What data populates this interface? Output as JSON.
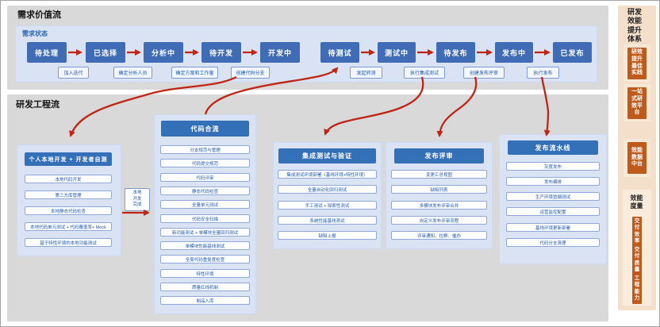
{
  "colors": {
    "arrow_red": "#bf2414",
    "node_blue": "#3f6cb5",
    "header_blue": "#3470b8",
    "panel_blue": "#dae3f3",
    "section_gray": "#d9d9d9",
    "sidebar_bg": "#f4dfca",
    "sidebar_orange": "#bf5a1d"
  },
  "demand": {
    "section_title": "需求价值流",
    "status_label": "需求状态",
    "states": [
      "待处理",
      "已选择",
      "分析中",
      "待开发",
      "开发中",
      "待测试",
      "测试中",
      "待发布",
      "发布中",
      "已发布"
    ],
    "actions": [
      "加入迭代",
      "确定分析人员",
      "确定方案和工作量",
      "创建代码分支",
      "发起转测",
      "执行集成测试",
      "创建发布评审",
      "执行发布"
    ]
  },
  "engineering": {
    "section_title": "研发工程流",
    "local_done_label": "本地开发完成",
    "local_dev": {
      "title": "个人本地开发 + 开发者自测",
      "items": [
        "本地代码开发",
        "第三方库管理",
        "本地静态代码检查",
        "本地代码单元测试 + 代码覆盖率+ Mock",
        "基于特性环境的本地功能测试"
      ]
    },
    "code_merge": {
      "title": "代码合流",
      "items": [
        "分支规范与管理",
        "代码提交规范",
        "代码评审",
        "静态代码检查",
        "全量单元测试",
        "代码安全扫描",
        "新功能测试 + 单模块全量回归测试",
        "单模块性能基线测试",
        "全局代码重复度检查",
        "特性环境",
        "质量红线机制",
        "制品入库"
      ]
    },
    "integration": {
      "title": "集成测试与验证",
      "items": [
        "集成测试环境部署（基线环境+特性环境）",
        "全量自动化回归测试",
        "手工测试 + 探索性测试",
        "系统性能基线测试",
        "缺陷上报"
      ]
    },
    "release_review": {
      "title": "发布评审",
      "items": [
        "变更汇总视图",
        "缺陷列表",
        "多模块发布评审合并",
        "自定义发布评审流程",
        "评审通知、拉群、催办"
      ]
    },
    "release_pipeline": {
      "title": "发布流水线",
      "items": [
        "灰度发布",
        "发布编排",
        "生产环境冒烟测试",
        "运营监控配置",
        "基线环境更新部署",
        "代码分支清理"
      ]
    }
  },
  "sidebar": {
    "title": "研发效能提升体系",
    "practice_blocks": [
      "研效提升最佳实践",
      "一站式研效平台",
      "效能数据中台"
    ],
    "measurement": {
      "title": "效能度量",
      "blocks": [
        "交付效率",
        "交付质量",
        "工程能力"
      ]
    }
  }
}
